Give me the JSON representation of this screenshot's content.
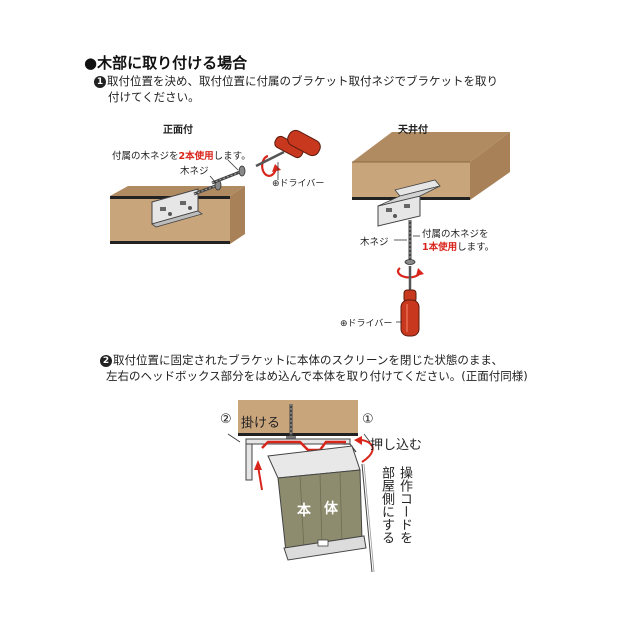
{
  "heading": "●木部に取り付ける場合",
  "step1": {
    "number": "1",
    "line1": "取付位置を決め、取付位置に付属のブラケット取付ネジでブラケットを取り",
    "line2": "付けてください。"
  },
  "front": {
    "title": "正面付",
    "screw_note_pre": "付属の木ネジを",
    "screw_note_red": "2本使用",
    "screw_note_post": "します。",
    "wood_screw": "木ネジ",
    "driver": "⊕ドライバー"
  },
  "ceiling": {
    "title": "天井付",
    "wood_screw": "木ネジ",
    "screw_note_line1": "付属の木ネジを",
    "screw_note_red": "1本使用",
    "screw_note_post": "します。",
    "driver": "⊕ドライバー"
  },
  "step2": {
    "number": "2",
    "line1": "取付位置に固定されたブラケットに本体のスクリーンを閉じた状態のまま、",
    "line2": "左右のヘッドボックス部分をはめ込んで本体を取り付けてください。(正面付同様)"
  },
  "install": {
    "hang_num": "②",
    "hang_label": "掛ける",
    "push_num": "①",
    "push_label": "押し込む",
    "body_char1": "本",
    "body_char2": "体",
    "cord_line1": "操作コードを",
    "cord_line2": "部屋側にする"
  },
  "colors": {
    "wood": "#c9a57c",
    "wood_dark": "#8a6a44",
    "driver_red": "#c8381e",
    "accent_red": "#d8261c",
    "screen": "#8d8c6e"
  }
}
